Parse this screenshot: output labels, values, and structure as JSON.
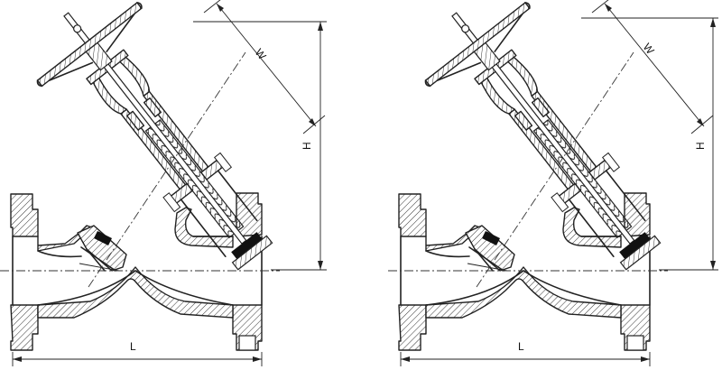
{
  "drawings": [
    {
      "dims": {
        "width": "W",
        "height": "H",
        "length": "L"
      }
    },
    {
      "dims": {
        "width": "W",
        "height": "H",
        "length": "L"
      }
    }
  ]
}
